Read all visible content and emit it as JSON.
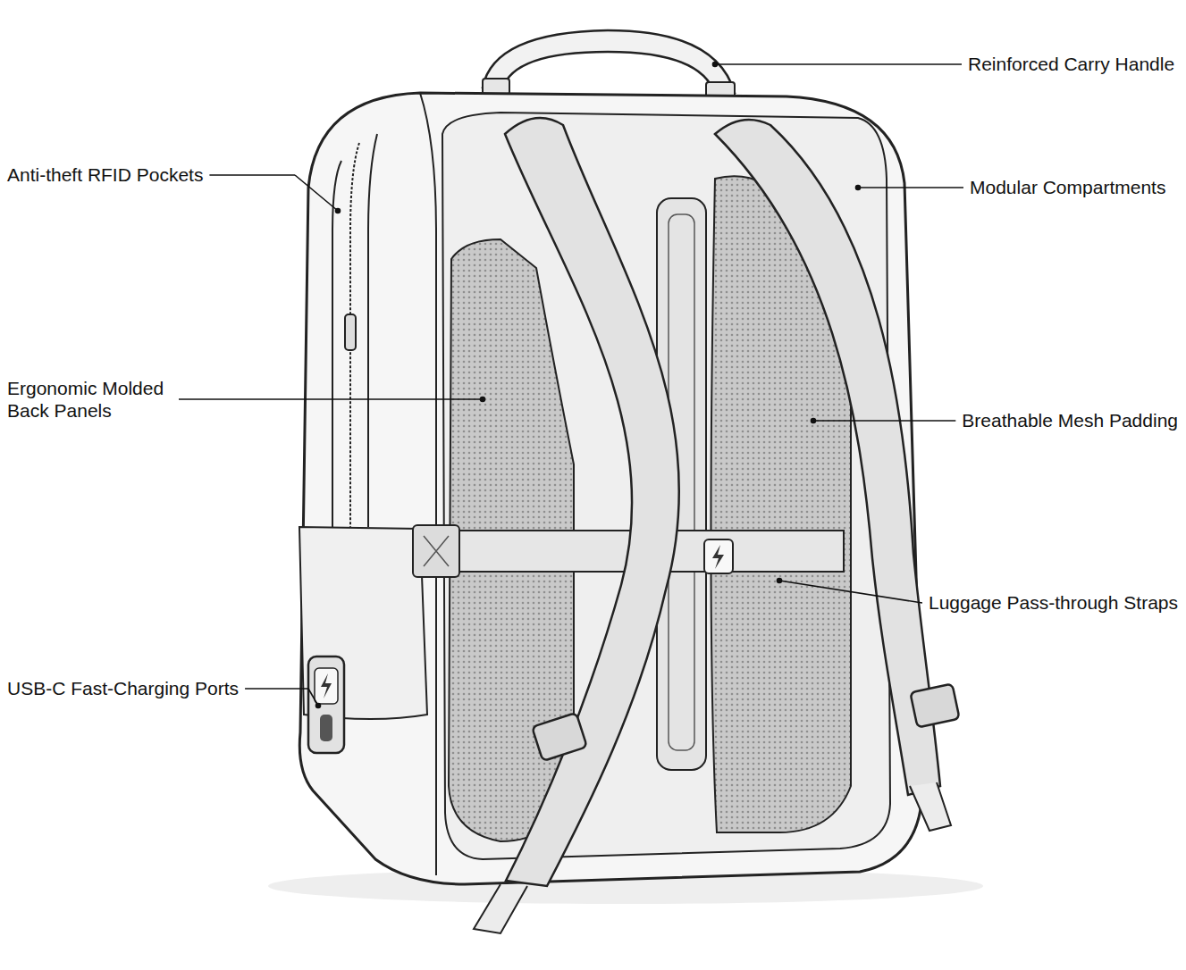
{
  "diagram": {
    "labels": [
      "Reinforced Carry Handle",
      "Anti-theft RFID Pockets",
      "Modular Compartments",
      "Ergonomic Molded Back Panels",
      "Breathable Mesh Padding",
      "Luggage Pass-through Straps",
      "USB-C Fast-Charging Ports"
    ]
  }
}
